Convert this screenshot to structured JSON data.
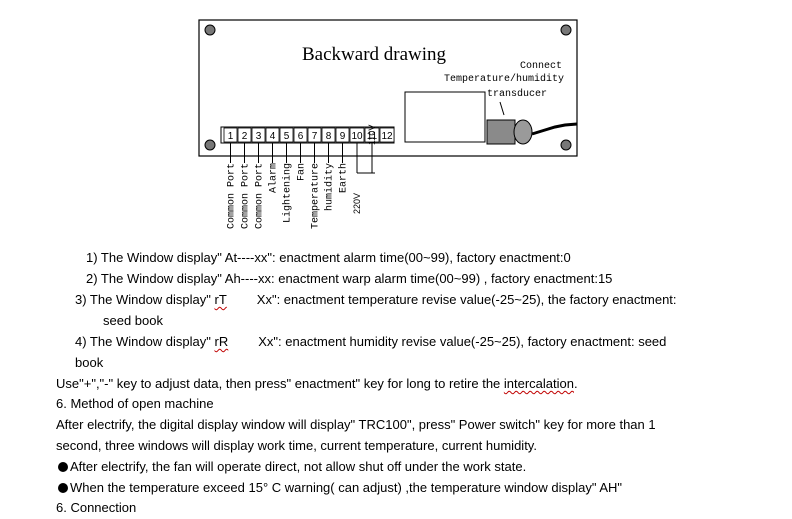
{
  "diagram": {
    "title": "Backward drawing",
    "connect_label": [
      "Connect",
      "Temperature/humidity",
      "transducer"
    ],
    "terminal_numbers": [
      "1",
      "2",
      "3",
      "4",
      "5",
      "6",
      "7",
      "8",
      "9",
      "10",
      "11",
      "12"
    ],
    "terminal_labels": [
      "Common Port",
      "Common Port",
      "Common Port",
      "Alarm",
      "Lightening",
      "Fan",
      "Temperature",
      "humidity",
      "Earth"
    ],
    "voltage_labels": [
      "220V",
      "110V"
    ]
  },
  "text": {
    "item1": "1)   The Window display\" At----xx\": enactment alarm time(00~99), factory enactment:0",
    "item2": "2)   The Window display\" Ah----xx: enactment warp alarm time(00~99) , factory enactment:15",
    "item3_pre": "3) The Window display\" ",
    "item3_code": "rT",
    "item3_post": "Xx\": enactment temperature revise value(-25~25), the factory enactment:",
    "item3_cont": "seed book",
    "item4_pre": "4) The Window display\" ",
    "item4_code": "rR",
    "item4_post": "Xx\": enactment humidity revise value(-25~25), factory enactment: seed",
    "item4_cont": "book",
    "use_pre": "Use\"+\",\"-\" key to adjust data, then press\" enactment\" key for long to retire the ",
    "use_word": "intercalation",
    "use_end": ".",
    "section6": "6.   Method of open machine",
    "para1": "After electrify, the digital display window will display\" TRC100\", press\" Power switch\" key for more than 1",
    "para2": "second, three windows will display work time, current temperature, current humidity.",
    "bullet1": "After electrify, the fan will operate direct, not allow shut off under the work state.",
    "bullet2": "When the temperature exceed 15° C warning( can adjust) ,the temperature window display\" AH\"",
    "section6b": "6. Connection"
  }
}
